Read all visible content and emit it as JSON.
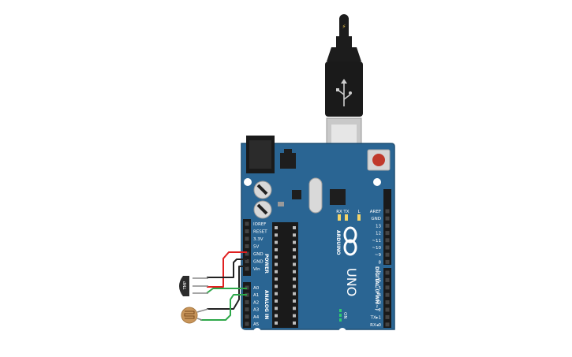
{
  "board": {
    "brand": "ARDUINO",
    "model": "UNO",
    "digital_header": "DIGITAL (PWM~)",
    "power_header": "POWER",
    "analog_header": "ANALOG IN",
    "on_label": "ON",
    "tx_label": "TX",
    "rx_label": "RX",
    "l_label": "L",
    "power_pins": [
      "IOREF",
      "RESET",
      "3.3V",
      "5V",
      "GND",
      "GND",
      "Vin"
    ],
    "analog_pins": [
      "A0",
      "A1",
      "A2",
      "A3",
      "A4",
      "A5"
    ],
    "digital_upper_pins": [
      "AREF",
      "GND",
      "13",
      "12",
      "~11",
      "~10",
      "~9",
      "8"
    ],
    "digital_lower_pins": [
      "7",
      "~6",
      "~5",
      "4",
      "~3",
      "2",
      "TX▸1",
      "RX◂0"
    ]
  },
  "components": {
    "temp_sensor_label": "TMP"
  },
  "colors": {
    "board": "#2a6593",
    "board_edge": "#1f4f73",
    "wire_red": "#e02020",
    "wire_black": "#222222",
    "wire_green": "#2ea84a",
    "usb_cable": "#1c1c1c",
    "reset_button": "#c0392b",
    "ldr": "#c8955a"
  }
}
